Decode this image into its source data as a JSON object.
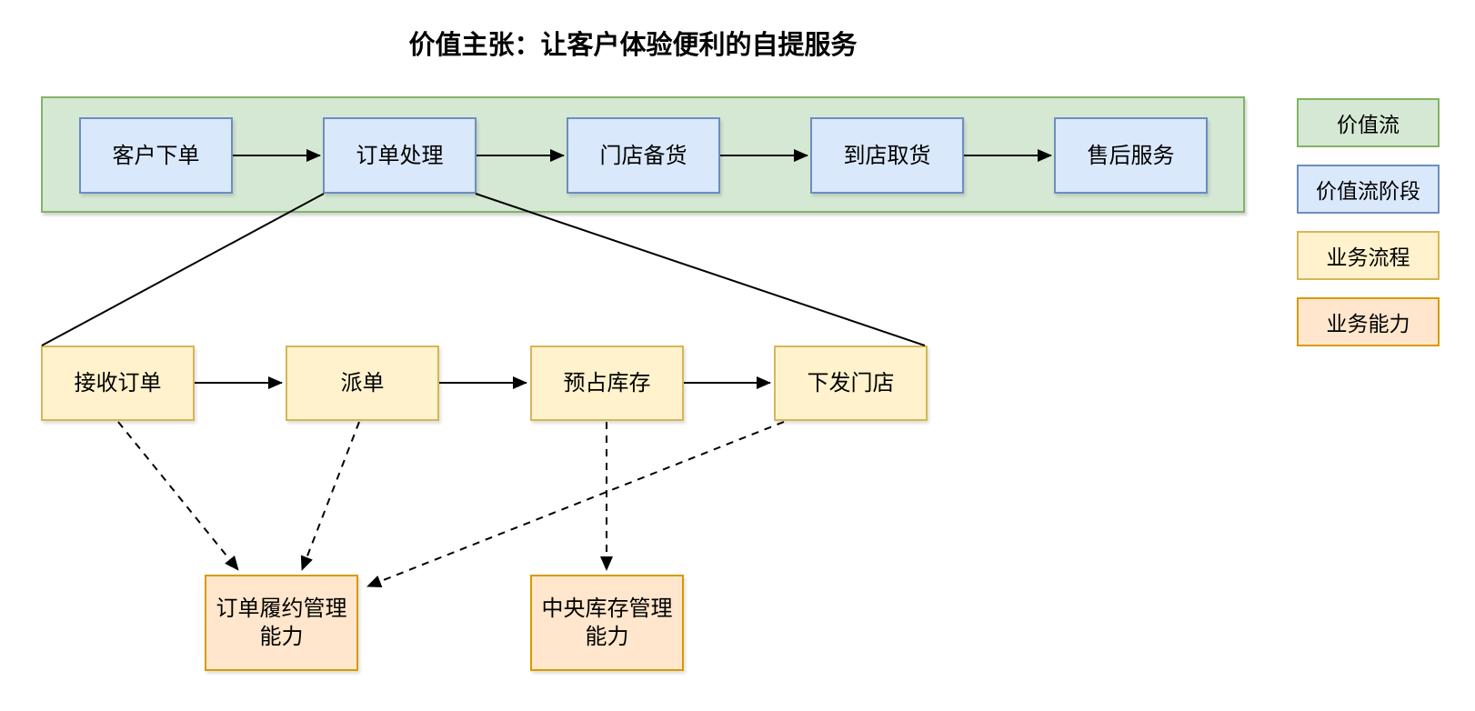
{
  "title": "价值主张：让客户体验便利的自提服务",
  "value_stream": {
    "stages": [
      "客户下单",
      "订单处理",
      "门店备货",
      "到店取货",
      "售后服务"
    ]
  },
  "business_process": {
    "steps": [
      "接收订单",
      "派单",
      "预占库存",
      "下发门店"
    ]
  },
  "business_capabilities": [
    "订单履约管理能力",
    "中央库存管理能力"
  ],
  "legend": {
    "items": [
      {
        "label": "价值流"
      },
      {
        "label": "价值流阶段"
      },
      {
        "label": "业务流程"
      },
      {
        "label": "业务能力"
      }
    ]
  },
  "colors": {
    "value_stream_fill": "#d5e8d4",
    "value_stream_stroke": "#82b366",
    "stage_fill": "#dae8fc",
    "stage_stroke": "#6c8ebf",
    "process_fill": "#fff2cc",
    "process_stroke": "#d6b656",
    "capability_fill": "#ffe6cc",
    "capability_stroke": "#d79b00",
    "connector_color": "#000000"
  }
}
